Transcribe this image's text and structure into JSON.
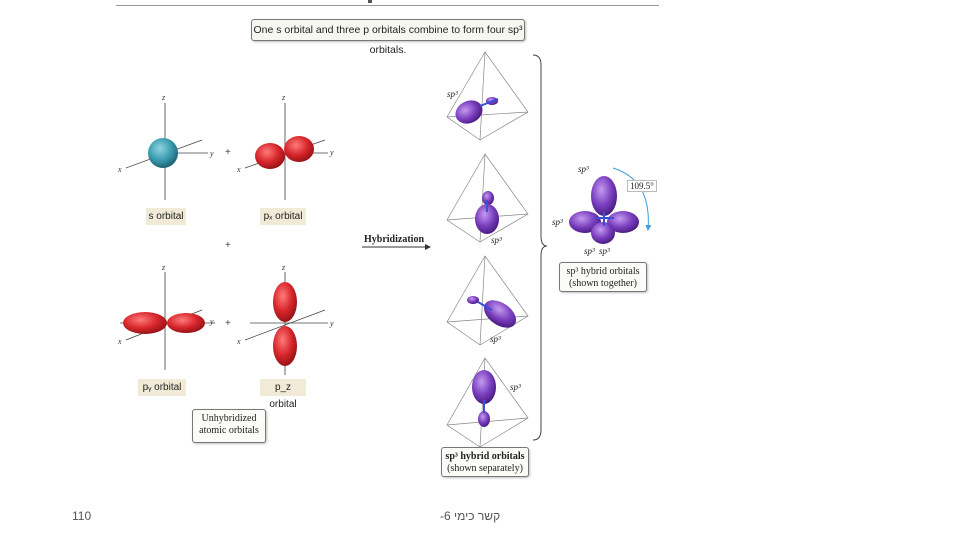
{
  "banner": "One s orbital and three p orbitals combine to form four sp³ orbitals.",
  "orbital_labels": {
    "s": "s orbital",
    "px": "pₓ orbital",
    "py": "pᵧ orbital",
    "pz": "p_z orbital"
  },
  "plus_sign": "+",
  "hybridization_label": "Hybridization",
  "unhybridized": [
    "Unhybridized",
    "atomic orbitals"
  ],
  "sp3_label": "sp³",
  "separate_box": [
    "sp³ hybrid orbitals",
    "(shown separately)"
  ],
  "together_box": [
    "sp³ hybrid orbitals",
    "(shown together)"
  ],
  "angle": "109.5°",
  "axes": {
    "x": "x",
    "y": "y",
    "z": "z"
  },
  "footer": {
    "page_number": "110",
    "text": "קשר כימי 6-"
  },
  "colors": {
    "s_orbital": "#3a9cb0",
    "p_orbital": "#d7262b",
    "sp3_orbital": "#7b3fbf",
    "label_bg": "#f1ead7"
  }
}
